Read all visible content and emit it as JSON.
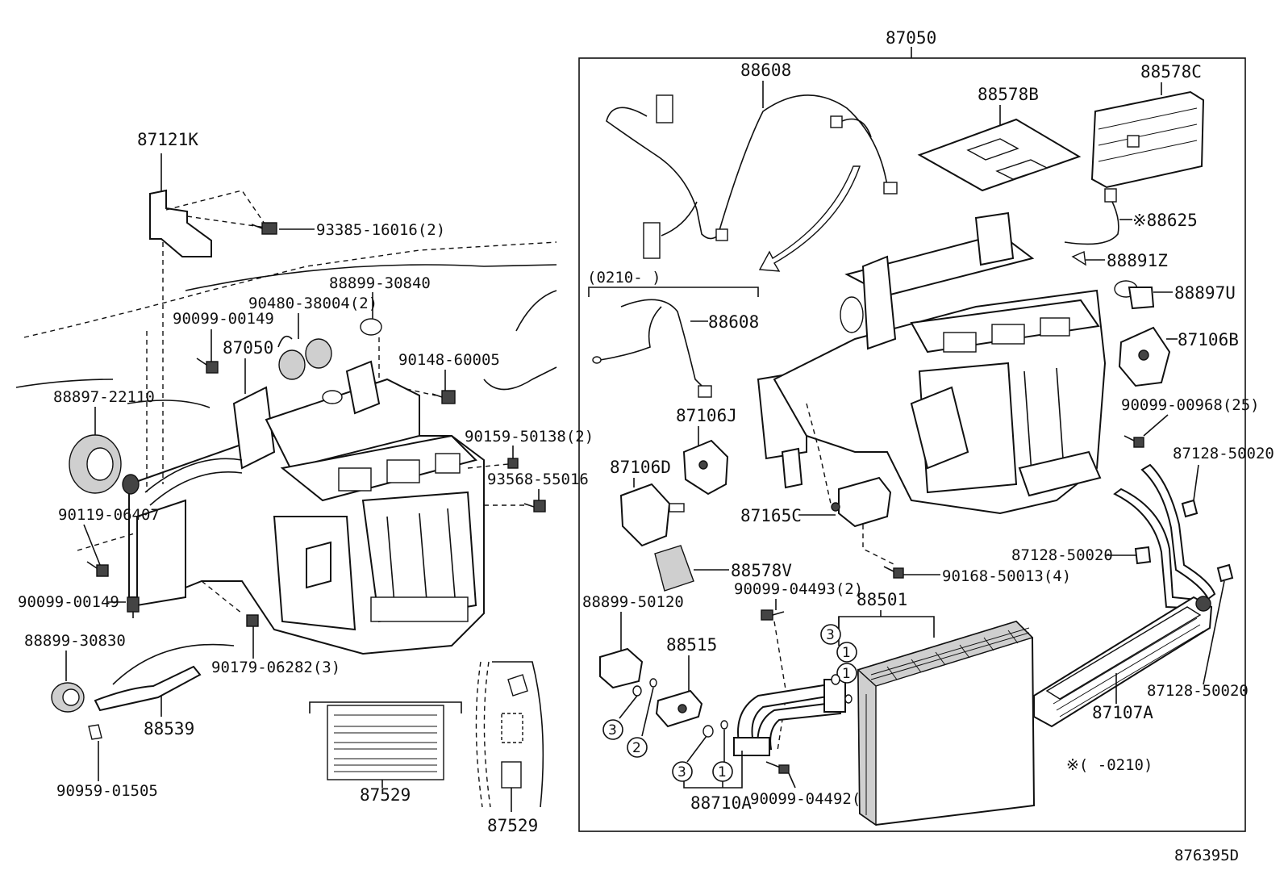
{
  "labels": {
    "top_assembly": "87050",
    "l_87121K": "87121K",
    "l_93385": "93385-16016(2)",
    "l_88899_30840": "88899-30840",
    "l_90480": "90480-38004(2)",
    "l_90099_00149_a": "90099-00149",
    "l_87050_left": "87050",
    "l_90148": "90148-60005",
    "l_88897_22110": "88897-22110",
    "l_90159": "90159-50138(2)",
    "l_93568": "93568-55016",
    "l_90119": "90119-06407",
    "l_90099_00149_b": "90099-00149",
    "l_88899_30830": "88899-30830",
    "l_90179": "90179-06282(3)",
    "l_88539": "88539",
    "l_90959": "90959-01505",
    "l_87529_a": "87529",
    "l_87529_b": "87529",
    "l_88608_a": "88608",
    "l_88578B": "88578B",
    "l_88578C": "88578C",
    "l_88625": "※88625",
    "l_88891Z": "88891Z",
    "l_88897U": "88897U",
    "l_0210": "(0210-      )",
    "l_88608_b": "88608",
    "l_87106B": "87106B",
    "l_87106J": "87106J",
    "l_87106D": "87106D",
    "l_90099_00968": "90099-00968(25)",
    "l_87128_a": "87128-50020",
    "l_87165C": "87165C",
    "l_87128_b": "87128-50020",
    "l_88578V": "88578V",
    "l_90168": "90168-50013(4)",
    "l_90099_04493": "90099-04493(2)",
    "l_88899_50120": "88899-50120",
    "l_88501": "88501",
    "l_88515": "88515",
    "l_87128_c": "87128-50020",
    "l_87107A": "87107A",
    "l_note": "※(     -0210)",
    "l_88710A": "88710A",
    "l_90099_04492": "90099-04492(2)",
    "l_diagram_id": "876395D"
  },
  "circled": {
    "c1": "3",
    "c2": "1",
    "c3": "1",
    "c4": "3",
    "c5": "2",
    "c6": "3",
    "c7": "1"
  }
}
